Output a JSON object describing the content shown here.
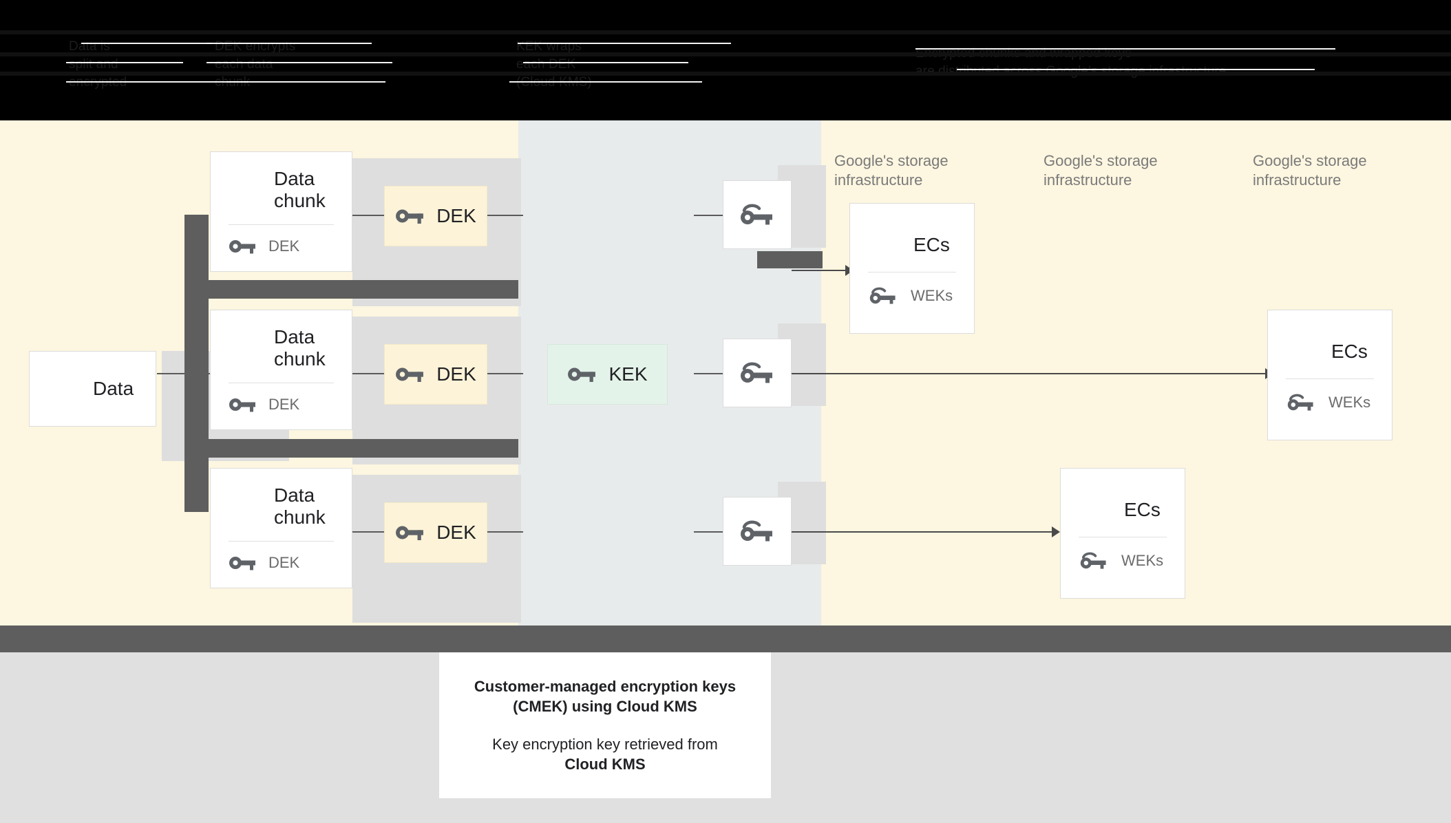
{
  "legend": {
    "note": "obscured",
    "columns": [
      {
        "text": "Data is\nsplit and\nencrypted"
      },
      {
        "text": "DEK encrypts\neach data\nchunk"
      },
      {
        "text": "KEK wraps\neach DEK\n(Cloud KMS)"
      },
      {
        "text": "Encrypted chunks and wrapped keys\nare distributed across Google's storage infrastructure"
      }
    ]
  },
  "diagram": {
    "source": {
      "title": "Data"
    },
    "chunks": [
      {
        "title": "Data\nchunk",
        "key_label": "DEK"
      },
      {
        "title": "Data\nchunk",
        "key_label": "DEK"
      },
      {
        "title": "Data\nchunk",
        "key_label": "DEK"
      }
    ],
    "deks": [
      {
        "label": "DEK"
      },
      {
        "label": "DEK"
      },
      {
        "label": "DEK"
      }
    ],
    "kek": {
      "label": "KEK"
    },
    "wrapped_keys": [
      {
        "icon": "double-key-icon"
      },
      {
        "icon": "double-key-icon"
      },
      {
        "icon": "double-key-icon"
      }
    ],
    "storage_labels": [
      {
        "text": "Google's storage\ninfrastructure"
      },
      {
        "text": "Google's storage\ninfrastructure"
      },
      {
        "text": "Google's storage\ninfrastructure"
      }
    ],
    "ec_cards": [
      {
        "title": "ECs",
        "key_label": "WEKs"
      },
      {
        "title": "ECs",
        "key_label": "WEKs"
      },
      {
        "title": "ECs",
        "key_label": "WEKs"
      }
    ]
  },
  "caption": {
    "line1": "Customer-managed encryption keys",
    "line2": "(CMEK) using Cloud KMS",
    "line3": "Key encryption key retrieved from",
    "line4": "Cloud KMS"
  },
  "colors": {
    "canvas_cream": "#fdf6e0",
    "band_gray": "#e8ebec",
    "dek_fill": "#fdf3d8",
    "kek_fill": "#e4f3ea",
    "shadow": "#dedede",
    "dark_bar": "#5e5e5e",
    "icon": "#5f6368",
    "muted_text": "#7a7a7a"
  }
}
